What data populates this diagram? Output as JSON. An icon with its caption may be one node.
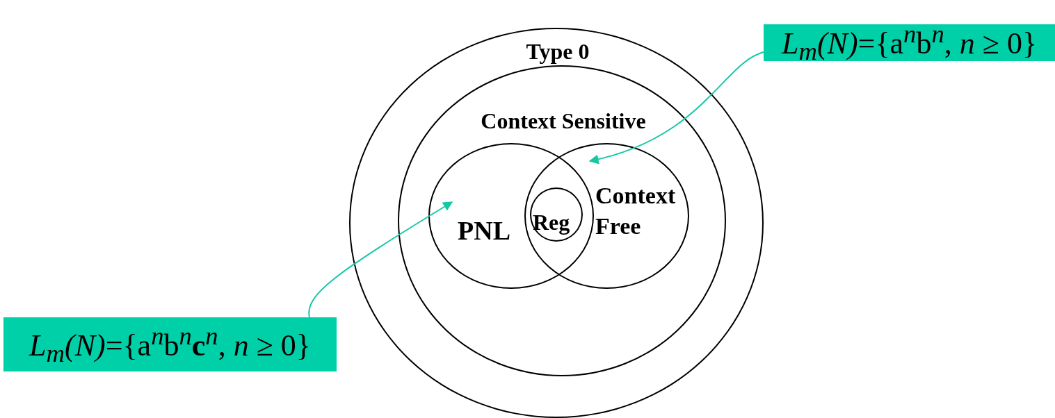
{
  "diagram": {
    "nodes": [
      {
        "text": [
          "Type 0"
        ]
      },
      {
        "text": [
          "Context Sensitive"
        ],
        "in": 0
      },
      {
        "text": [
          "PNL"
        ],
        "in": 1
      },
      {
        "text": [
          "Context Free"
        ],
        "in": 1
      },
      {
        "text": [
          "Reg"
        ]
      },
      {
        "text": [
          "*L*$_{m}$*(N)*={a$^{n}$b$^{n}$, *n* ≥ 0}"
        ]
      },
      {
        "text": [
          "*L*$_{m}$*(N)*={a$^{n}$b$^{n}$**c**$^{n}$, *n* ≥ 0}"
        ]
      }
    ],
    "edges": [
      {
        "from": 5,
        "to": 3,
        "arrow": "to",
        "color": "#14c8a4"
      },
      {
        "from": 6,
        "to": 2,
        "arrow": "to",
        "color": "#14c8a4"
      }
    ]
  }
}
